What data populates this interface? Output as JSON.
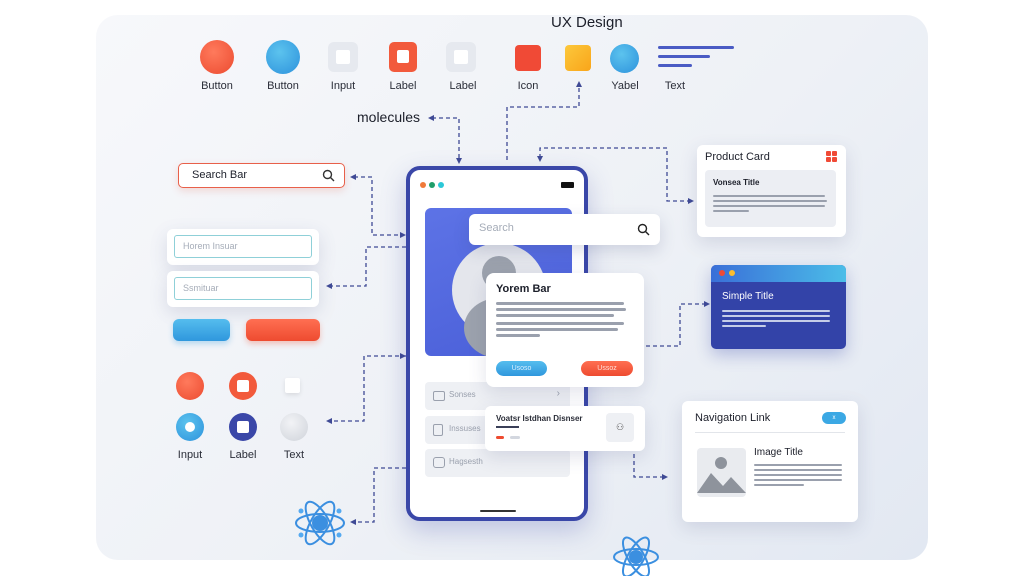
{
  "header": {
    "title": "UX Design",
    "section_label": "molecules"
  },
  "atoms_top": [
    {
      "label": "Button",
      "shape": "circle",
      "color": "#f25a3c"
    },
    {
      "label": "Button",
      "shape": "circle",
      "color": "#3ba8e4"
    },
    {
      "label": "Input",
      "shape": "square-outline",
      "color": "#e6e9ef"
    },
    {
      "label": "Label",
      "shape": "square-framed",
      "color": "#f25a3c"
    },
    {
      "label": "Label",
      "shape": "square-outline",
      "color": "#e6e9ef"
    },
    {
      "label": "Icon",
      "shape": "square",
      "color": "#f04a36"
    },
    {
      "label": "",
      "shape": "square",
      "color": "#fbbd2e"
    },
    {
      "label": "Yabel",
      "shape": "circle",
      "color": "#3ba8e4"
    },
    {
      "label": "Text",
      "shape": "lines",
      "color": "#4a5bc4"
    }
  ],
  "search_bar": {
    "label": "Search Bar",
    "icon": "search-icon",
    "border_color": "#e8604a"
  },
  "form": {
    "input1_placeholder": "Horem Insuar",
    "input2_placeholder": "Ssmituar",
    "button1_color": "#3ba8e4",
    "button2_color": "#f25a3c"
  },
  "atoms_bottom": [
    {
      "label": "",
      "shape": "circle",
      "color": "#f25a3c"
    },
    {
      "label": "",
      "shape": "circle-square",
      "color": "#f25a3c"
    },
    {
      "label": "",
      "shape": "small-square",
      "color": "#ffffff"
    },
    {
      "label": "Input",
      "shape": "ring",
      "color": "#3ba8e4"
    },
    {
      "label": "Label",
      "shape": "circle-square",
      "color": "#3a47a8"
    },
    {
      "label": "Text",
      "shape": "circle",
      "color": "#e1e4ea"
    }
  ],
  "phone": {
    "status_dots": [
      "#f07a3a",
      "#1f9e6a",
      "#2cc8d8"
    ],
    "search_placeholder": "Search",
    "list_items": [
      {
        "icon": "image-icon",
        "label": "Sonses"
      },
      {
        "icon": "file-icon",
        "label": "Inssuses"
      },
      {
        "icon": "camera-icon",
        "label": "Hagsesth"
      }
    ]
  },
  "modal": {
    "title": "Yorem Bar",
    "body_lines": 6,
    "button_primary": "Usoso",
    "button_secondary": "Ussoz"
  },
  "notification": {
    "title": "Voatsr Istdhan Disnser",
    "icon": "group-icon"
  },
  "product_card": {
    "title": "Product Card",
    "inner_title": "Vonsea Title",
    "icon": "grid-icon",
    "icon_color": "#f04a36"
  },
  "simple_card": {
    "title": "Simple Title",
    "dots": [
      "#f04a36",
      "#fbbd2e"
    ],
    "bg": "#3343a8"
  },
  "nav_card": {
    "title": "Navigation Link",
    "badge": "x",
    "image_title": "Image Title"
  },
  "colors": {
    "accent_blue": "#3f4a95",
    "phone_border": "#3a47a8"
  }
}
